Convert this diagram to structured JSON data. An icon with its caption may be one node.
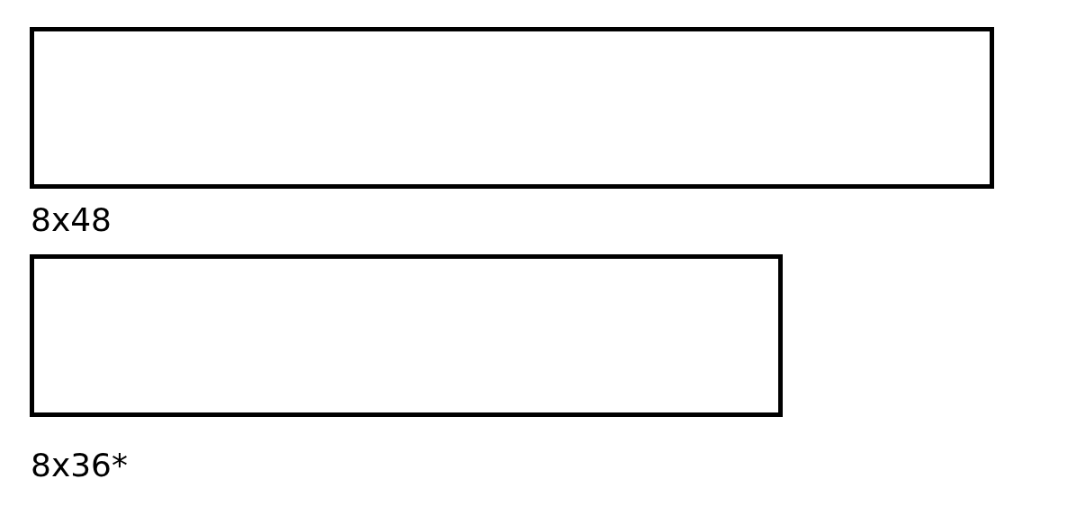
{
  "diagram": {
    "nodes": [
      {
        "text": [],
        "shape": "box",
        "beside": [
          "8x48"
        ]
      },
      {
        "text": [],
        "shape": "box",
        "beside": [
          "8x36*"
        ]
      }
    ]
  }
}
